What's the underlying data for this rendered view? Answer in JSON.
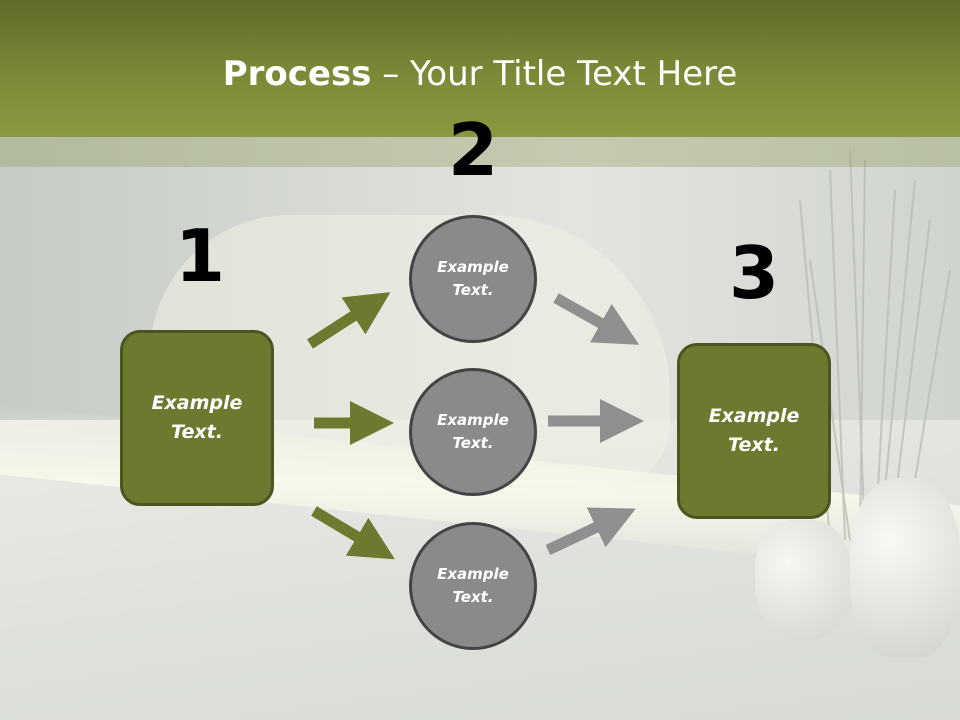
{
  "title": {
    "bold": "Process",
    "rest": " – Your Title Text Here"
  },
  "numbers": {
    "one": "1",
    "two": "2",
    "three": "3"
  },
  "boxes": {
    "left": {
      "line1": "Example",
      "line2": "Text."
    },
    "right": {
      "line1": "Example",
      "line2": "Text."
    }
  },
  "circles": [
    {
      "line1": "Example",
      "line2": "Text."
    },
    {
      "line1": "Example",
      "line2": "Text."
    },
    {
      "line1": "Example",
      "line2": "Text."
    }
  ],
  "colors": {
    "header": "#7b8a37",
    "box_fill": "#6b7a2e",
    "box_border": "#4a5520",
    "circle_fill": "#8a8a8a",
    "circle_border": "#444444",
    "arrow_green": "#6b7a2e",
    "arrow_gray": "#8f8f8f"
  },
  "icons": {
    "arrows_in": "arrow-right-icon",
    "arrows_out": "arrow-right-icon"
  }
}
